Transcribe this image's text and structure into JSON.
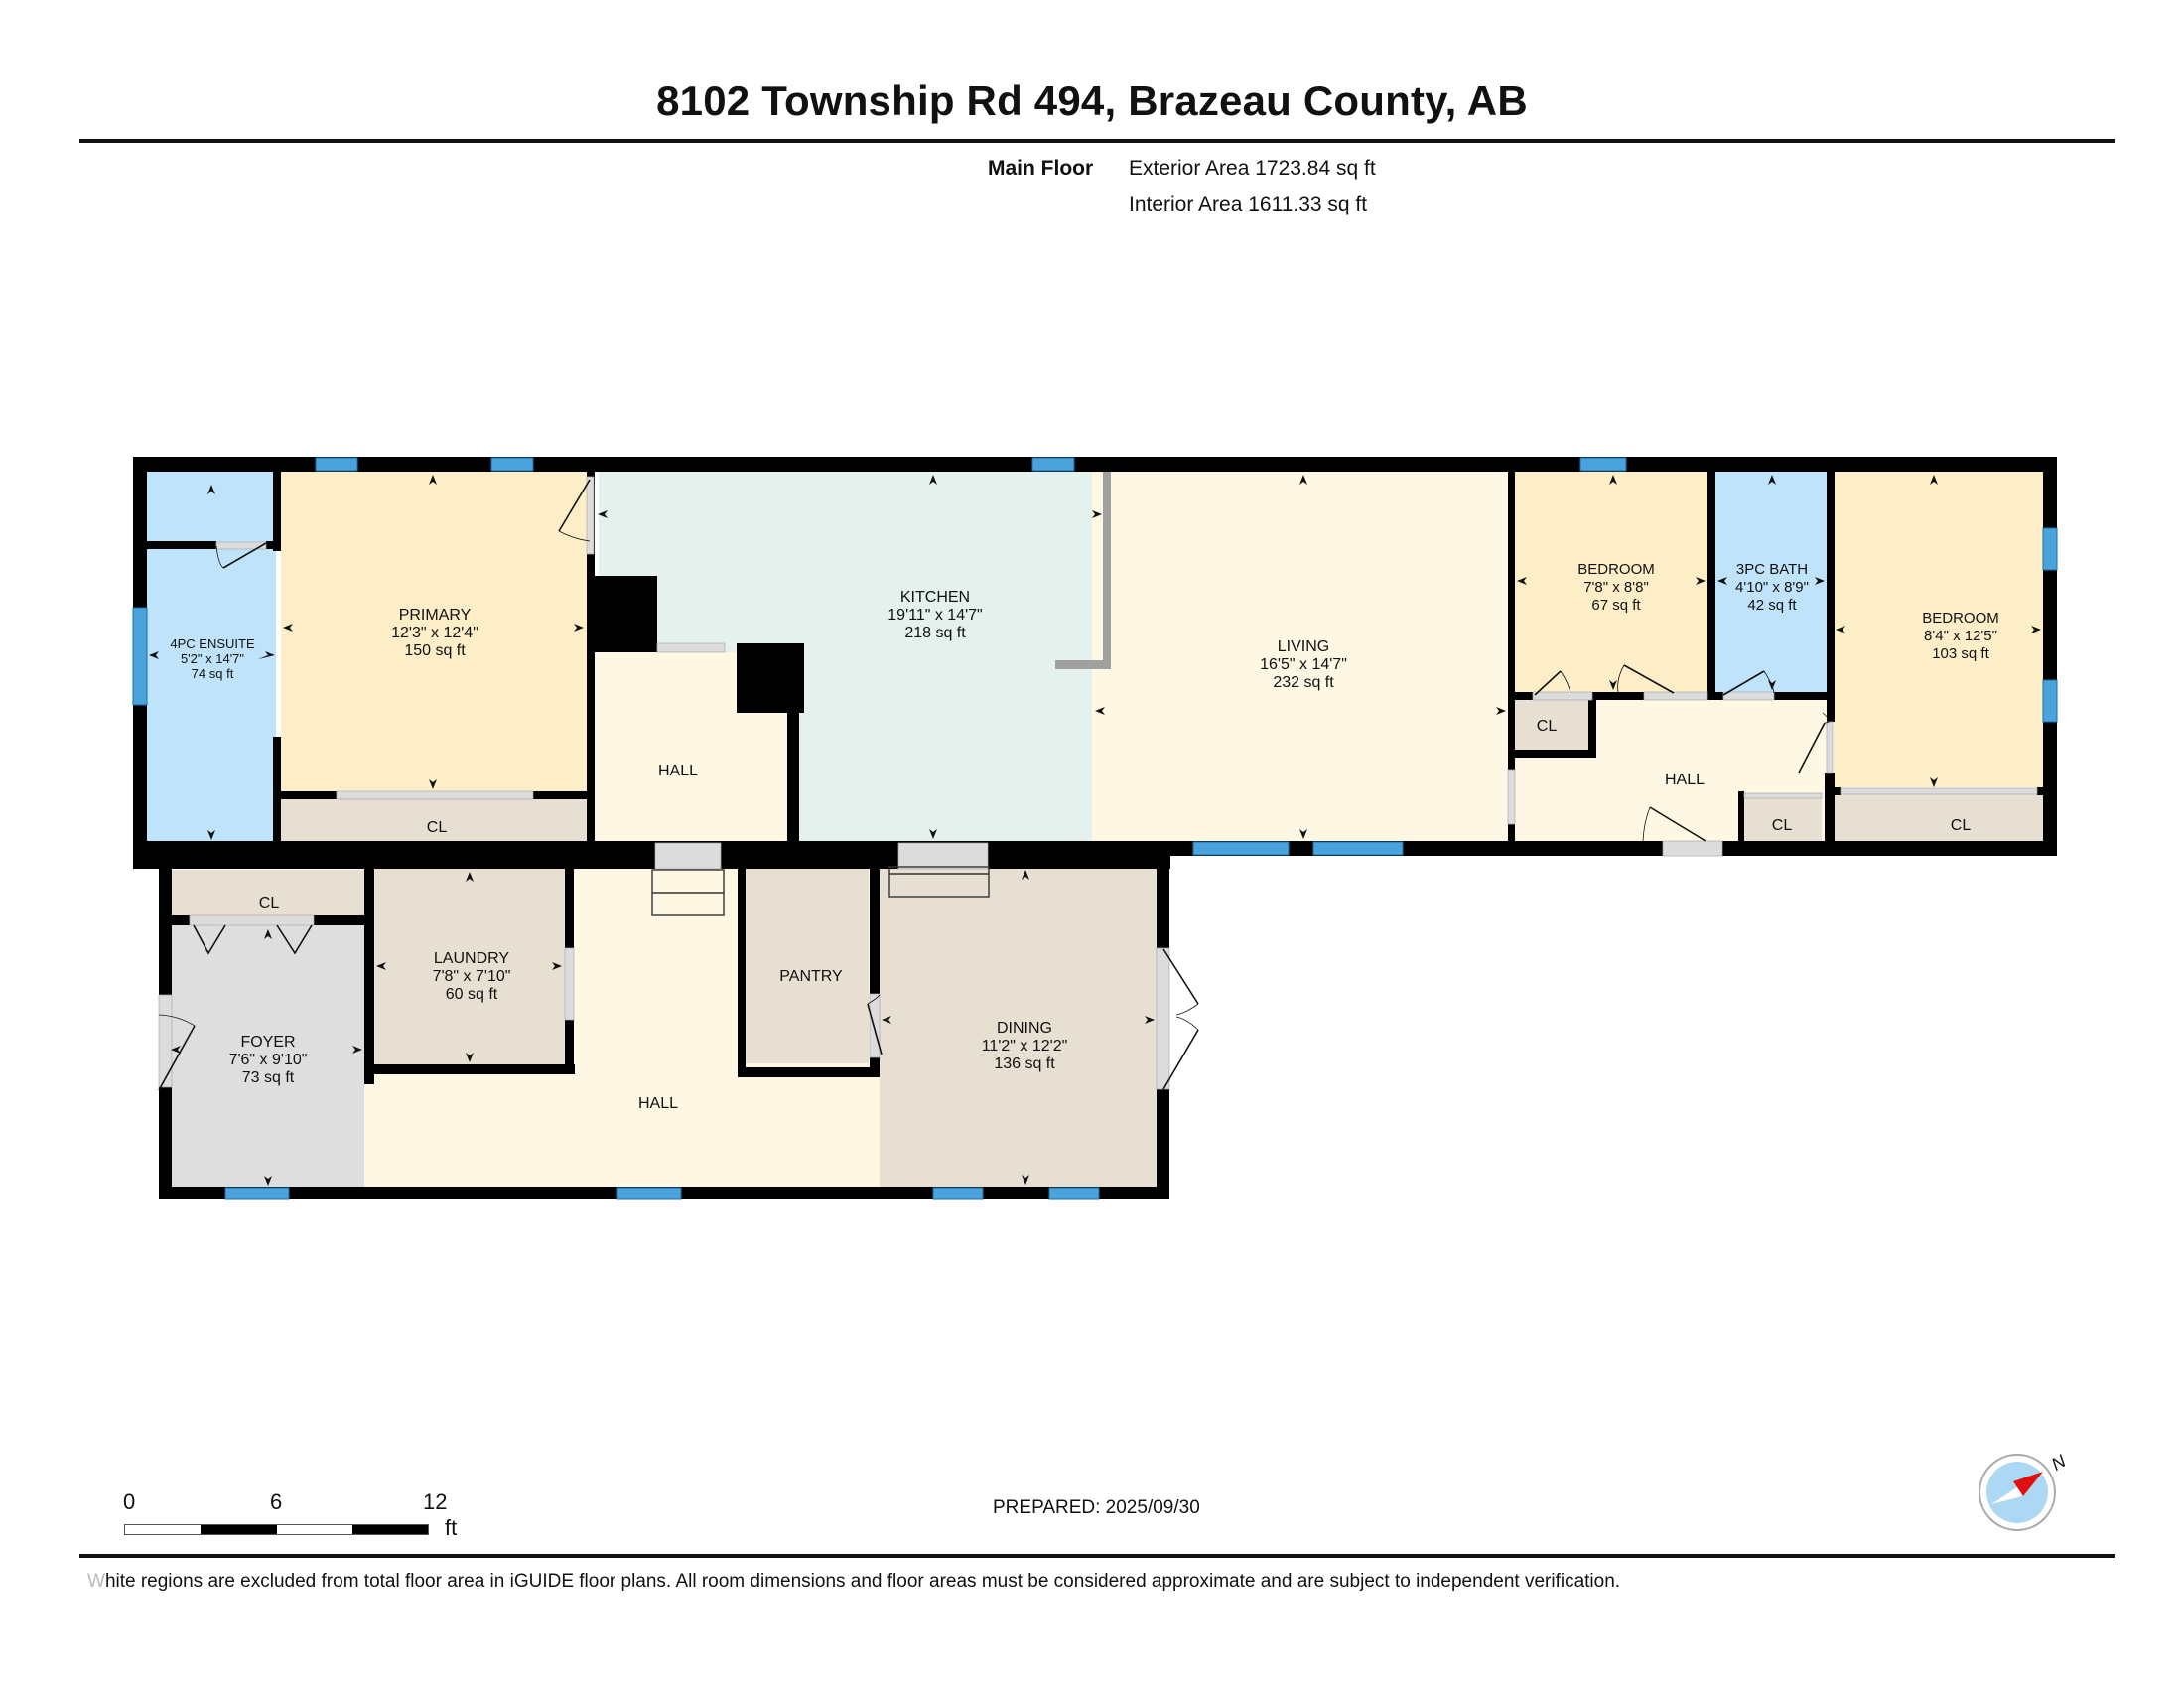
{
  "header": {
    "title": "8102 Township Rd 494, Brazeau County, AB"
  },
  "floor_summary": {
    "floor_name": "Main Floor",
    "exterior_area": "Exterior Area 1723.84 sq ft",
    "interior_area": "Interior Area 1611.33 sq ft"
  },
  "colors": {
    "wall": "#000000",
    "window": "#4aa3dc",
    "door_opening": "#dcdcdc",
    "bedroom": "#fdeec8",
    "bath": "#bfe3fa",
    "kitchen": "#e4f1ec",
    "living_hall": "#fef7e4",
    "closet_utility": "#e7dfd2",
    "foyer": "#dedede"
  },
  "rooms": {
    "ensuite": {
      "name": "4PC ENSUITE",
      "dims": "5'2\" x 14'7\"",
      "area": "74 sq ft"
    },
    "primary": {
      "name": "PRIMARY",
      "dims": "12'3\" x 12'4\"",
      "area": "150 sq ft"
    },
    "primary_closet": {
      "name": "CL"
    },
    "kitchen": {
      "name": "KITCHEN",
      "dims": "19'11\" x 14'7\"",
      "area": "218 sq ft"
    },
    "hall_upper": {
      "name": "HALL"
    },
    "living": {
      "name": "LIVING",
      "dims": "16'5\" x 14'7\"",
      "area": "232 sq ft"
    },
    "bedroom2": {
      "name": "BEDROOM",
      "dims": "7'8\" x 8'8\"",
      "area": "67 sq ft"
    },
    "bath3pc": {
      "name": "3PC BATH",
      "dims": "4'10\" x 8'9\"",
      "area": "42 sq ft"
    },
    "bedroom3": {
      "name": "BEDROOM",
      "dims": "8'4\" x 12'5\"",
      "area": "103 sq ft"
    },
    "hall_bedrooms": {
      "name": "HALL"
    },
    "closet_hall1": {
      "name": "CL"
    },
    "closet_hall2": {
      "name": "CL"
    },
    "closet_bedroom3": {
      "name": "CL"
    },
    "foyer_closet": {
      "name": "CL"
    },
    "foyer": {
      "name": "FOYER",
      "dims": "7'6\" x 9'10\"",
      "area": "73 sq ft"
    },
    "laundry": {
      "name": "LAUNDRY",
      "dims": "7'8\" x 7'10\"",
      "area": "60 sq ft"
    },
    "hall_lower": {
      "name": "HALL"
    },
    "pantry": {
      "name": "PANTRY"
    },
    "dining": {
      "name": "DINING",
      "dims": "11'2\" x 12'2\"",
      "area": "136 sq ft"
    }
  },
  "scale_bar": {
    "labels": [
      "0",
      "6",
      "12"
    ],
    "unit": "ft"
  },
  "prepared": "PREPARED: 2025/09/30",
  "compass": {
    "label": "N"
  },
  "disclaimer": {
    "first_letter": "W",
    "rest": "hite regions are excluded from total floor area in iGUIDE floor plans. All room dimensions and floor areas must be considered approximate and are subject to independent verification."
  }
}
